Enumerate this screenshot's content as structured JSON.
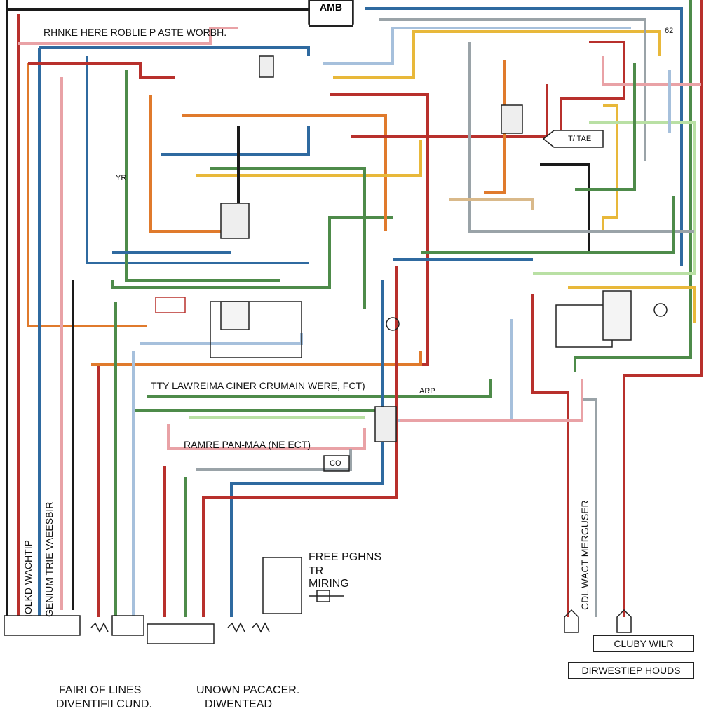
{
  "logo": {
    "main": "AMB",
    "sub": ""
  },
  "labels": {
    "top_heading": "RHNKE HERE ROBLIE P ASTE WORBH.",
    "mid_heading": "TTY LAWREIMA CINER CRUMAIN WERE, FCT)",
    "sub_heading": "RAMRE PAN-MAA (NE ECT)",
    "yr_label": "YR",
    "tag_label": "T/ TAE",
    "arp_label": "ARP",
    "co_label": "CO",
    "free_line1": "FREE PGHNS",
    "free_line2": "TR",
    "free_line3": "MIRING",
    "footer_left_1": "FAIRI OF LINES",
    "footer_left_2": "DIVENTIFII CUND.",
    "footer_mid_1": "UNOWN PACACER.",
    "footer_mid_2": "DIWENTEAD",
    "box_right_1": "CLUBY WILR",
    "box_right_2": "DIRWESTIEP HOUDS",
    "vert_left_1": "IOLKD WACHTIP",
    "vert_left_2": "GENIUM TRIE VAEESBIR",
    "vert_right": "CDL WACT MERGUSER",
    "num_62": "62"
  },
  "wire_colors": {
    "red": "#b8302c",
    "blue": "#2f6aa0",
    "green": "#4e8b4a",
    "orange": "#e07a2c",
    "yellow": "#e8b83a",
    "pink": "#e9a2a6",
    "lightblue": "#a6c0dc",
    "lightgreen": "#b9e0a4",
    "black": "#1a1a1a",
    "gray": "#9aa3a8",
    "tan": "#d9b98a"
  }
}
